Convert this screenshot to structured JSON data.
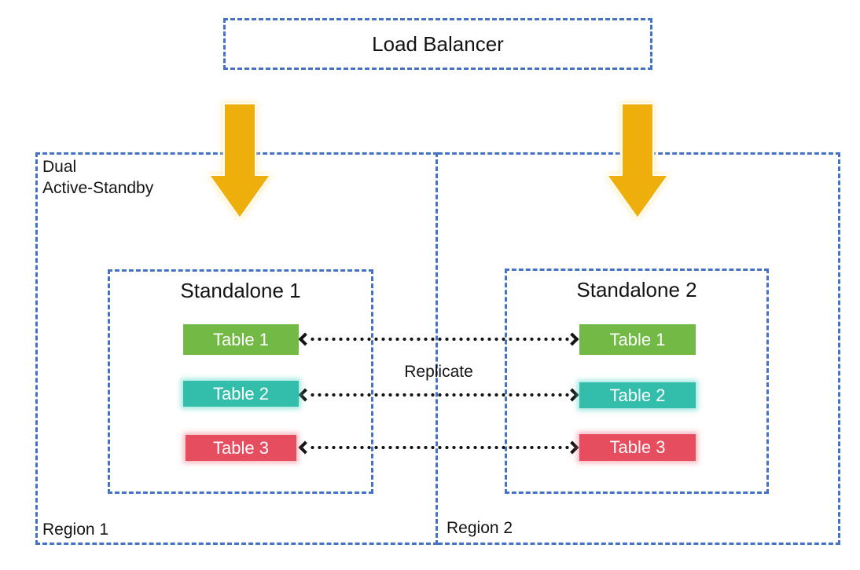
{
  "load_balancer": {
    "label": "Load Balancer"
  },
  "labels": {
    "dual_mode_line1": "Dual",
    "dual_mode_line2": "Active-Standby",
    "replicate": "Replicate"
  },
  "regions": [
    {
      "label": "Region 1",
      "standalone": {
        "title": "Standalone 1",
        "tables": [
          {
            "label": "Table 1",
            "color": "#72B946"
          },
          {
            "label": "Table 2",
            "color": "#33BDAB"
          },
          {
            "label": "Table 3",
            "color": "#E64D5F"
          }
        ]
      }
    },
    {
      "label": "Region 2",
      "standalone": {
        "title": "Standalone 2",
        "tables": [
          {
            "label": "Table 1",
            "color": "#72B946"
          },
          {
            "label": "Table 2",
            "color": "#33BDAB"
          },
          {
            "label": "Table 3",
            "color": "#E64D5F"
          }
        ]
      }
    }
  ],
  "colors": {
    "dashed_border": "#4472C4",
    "arrow": "#EEAE0C",
    "arrow_outline": "#FFFDF5",
    "dotted_line": "#141414",
    "text": "#141414",
    "table_text": "#FFFFFF"
  }
}
